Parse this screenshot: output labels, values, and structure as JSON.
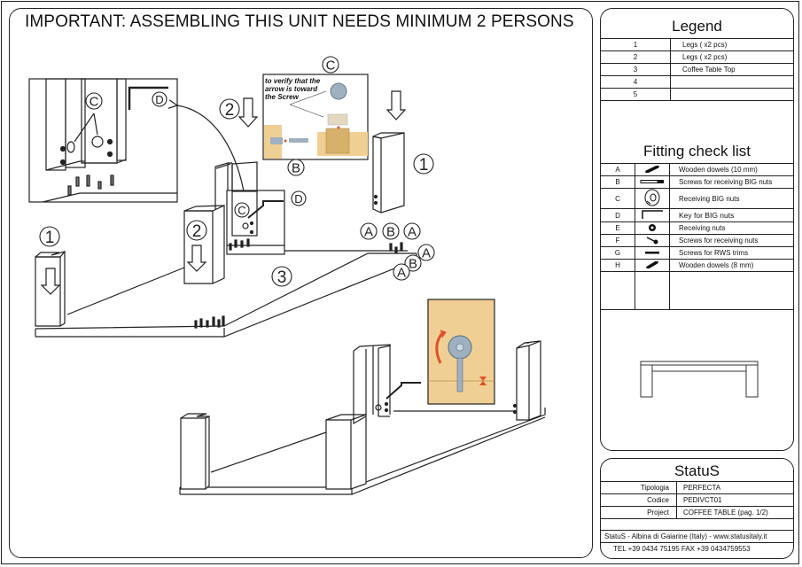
{
  "header": {
    "title": "IMPORTANT: ASSEMBLING THIS UNIT NEEDS MINIMUM 2 PERSONS"
  },
  "diagram": {
    "callout_letters": [
      "A",
      "B",
      "C",
      "D"
    ],
    "step_numbers": [
      "1",
      "2",
      "3"
    ],
    "detail_note": "to verify that the arrow is toward the Screw",
    "accent_colors": {
      "wood": "#f0cf94",
      "arrow_red": "#e0502a",
      "metal": "#9fb0c0"
    }
  },
  "legend": {
    "title": "Legend",
    "rows": [
      {
        "num": "1",
        "label": "Legs ( x2 pcs)"
      },
      {
        "num": "2",
        "label": "Legs ( x2 pcs)"
      },
      {
        "num": "3",
        "label": "Coffee Table Top"
      },
      {
        "num": "4",
        "label": ""
      },
      {
        "num": "5",
        "label": ""
      }
    ]
  },
  "fitting": {
    "title": "Fitting check list",
    "rows": [
      {
        "letter": "A",
        "icon": "wooden-dowel-icon",
        "label": "Wooden dowels (10 mm)"
      },
      {
        "letter": "B",
        "icon": "screw-big-nut-icon",
        "label": "Screws for receiving BIG nuts"
      },
      {
        "letter": "C",
        "icon": "big-nut-icon",
        "label": "Receiving BIG nuts"
      },
      {
        "letter": "D",
        "icon": "allen-key-icon",
        "label": "Key for BIG nuts"
      },
      {
        "letter": "E",
        "icon": "receiving-nut-icon",
        "label": "Receiving nuts"
      },
      {
        "letter": "F",
        "icon": "screw-small-nut-icon",
        "label": "Screws for receiving nuts"
      },
      {
        "letter": "G",
        "icon": "rws-screw-icon",
        "label": "Screws for RWS trims"
      },
      {
        "letter": "H",
        "icon": "wooden-dowel-small-icon",
        "label": "Wooden dowels (8 mm)"
      }
    ]
  },
  "status": {
    "brand": "StatuS",
    "rows": [
      {
        "label": "Tipologia",
        "value": "PERFECTA"
      },
      {
        "label": "Codice",
        "value": "PEDIVCT01"
      },
      {
        "label": "Project",
        "value": "COFFEE TABLE  (pag. 1/2)"
      }
    ],
    "address": "StatuS - Albina di Gaiarine (Italy) - www.statusitaly.it",
    "contacts": "TEL +39 0434 75195  FAX +39 0434759553"
  }
}
